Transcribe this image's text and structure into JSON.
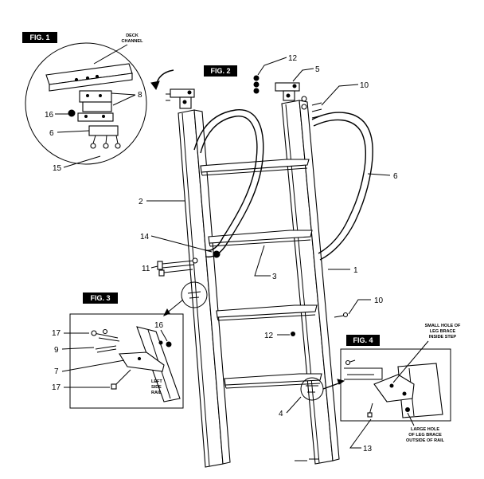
{
  "figures": {
    "fig1": "FIG. 1",
    "fig2": "FIG. 2",
    "fig3": "FIG. 3",
    "fig4": "FIG. 4"
  },
  "labels": {
    "deck_channel_1": "DECK",
    "deck_channel_2": "CHANNEL",
    "left_side_rail_1": "LEFT",
    "left_side_rail_2": "SIDE",
    "left_side_rail_3": "RAIL",
    "small_hole_1": "SMALL HOLE OF",
    "small_hole_2": "LEG BRACE",
    "small_hole_3": "INSIDE STEP",
    "large_hole_1": "LARGE HOLE",
    "large_hole_2": "OF LEG BRACE",
    "large_hole_3": "OUTSIDE OF RAIL"
  },
  "callouts": {
    "c1": "1",
    "c2": "2",
    "c3": "3",
    "c4": "4",
    "c5": "5",
    "c6_main": "6",
    "c6_fig1": "6",
    "c7": "7",
    "c8": "8",
    "c9": "9",
    "c10_top": "10",
    "c10_mid": "10",
    "c11": "11",
    "c12_top": "12",
    "c12_mid": "12",
    "c13": "13",
    "c14": "14",
    "c15": "15",
    "c16_fig1": "16",
    "c16_fig3": "16",
    "c17_a": "17",
    "c17_b": "17"
  }
}
